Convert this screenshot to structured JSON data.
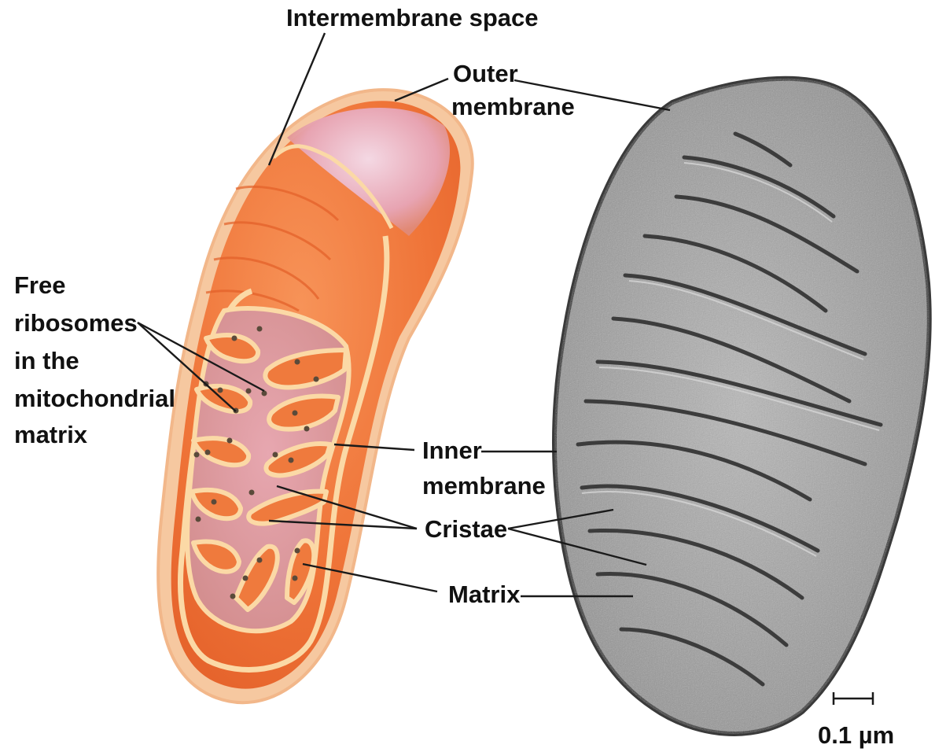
{
  "labels": {
    "intermembrane_space": "Intermembrane space",
    "outer_membrane": [
      "Outer",
      "membrane"
    ],
    "free_ribosomes": [
      "Free",
      "ribosomes",
      "in the",
      "mitochondrial",
      "matrix"
    ],
    "inner_membrane": [
      "Inner",
      "membrane"
    ],
    "cristae": "Cristae",
    "matrix": "Matrix"
  },
  "scale_bar": {
    "label": "0.1 µm"
  },
  "colors": {
    "outer_membrane": "#f8c79a",
    "mitochondrion_body": "#f07a3c",
    "inner_membrane": "#fbd9a6",
    "matrix": "#d99aa0",
    "ribosome": "#5a4a3a",
    "em_tissue": "#9a9a9a",
    "em_membrane": "#3a3a3a",
    "leader_line": "#1a1a1a"
  }
}
